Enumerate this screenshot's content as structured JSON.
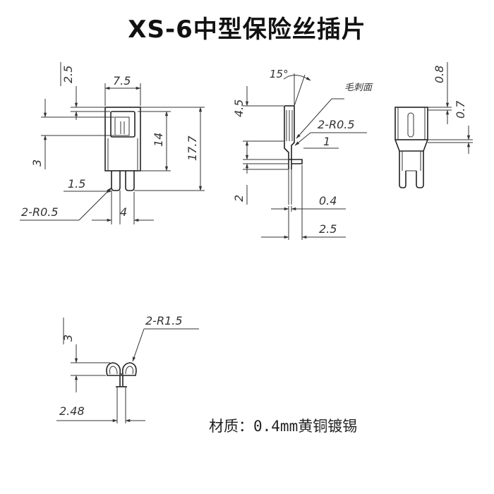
{
  "title": "XS-6中型保险丝插片",
  "material": "材质：0.4mm黄铜镀锡",
  "front_view": {
    "dim_width": "7.5",
    "dim_top": "2.5",
    "dim_window": "3",
    "dim_body": "14",
    "dim_total": "17.7",
    "dim_leg": "1.5",
    "dim_radius": "2-R0.5",
    "dim_leg_span": "4"
  },
  "side_view": {
    "dim_angle": "15°",
    "burr_label": "毛刺面",
    "dim_top": "4.5",
    "dim_radius": "2-R0.5",
    "dim_offset": "1",
    "dim_tail": "2",
    "dim_thickness": "0.4",
    "dim_depth": "2.5"
  },
  "back_view": {
    "dim_a": "0.8",
    "dim_b": "0.7"
  },
  "bottom_view": {
    "dim_radius": "2-R1.5",
    "dim_height": "3",
    "dim_width": "2.48"
  }
}
